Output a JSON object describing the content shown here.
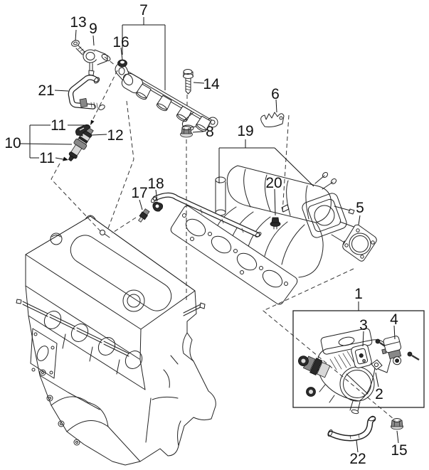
{
  "page": {
    "background": "#ffffff",
    "ink": "#111111",
    "dash_color": "#333333"
  },
  "diagram": {
    "type": "exploded-parts-diagram",
    "callouts": [
      {
        "label": "7"
      },
      {
        "label": "13"
      },
      {
        "label": "9"
      },
      {
        "label": "16"
      },
      {
        "label": "21"
      },
      {
        "label": "14"
      },
      {
        "label": "6"
      },
      {
        "label": "8"
      },
      {
        "label": "19"
      },
      {
        "label": "11"
      },
      {
        "label": "12"
      },
      {
        "label": "10"
      },
      {
        "label": "11"
      },
      {
        "label": "17"
      },
      {
        "label": "18"
      },
      {
        "label": "20"
      },
      {
        "label": "5"
      },
      {
        "label": "1"
      },
      {
        "label": "3"
      },
      {
        "label": "4"
      },
      {
        "label": "2"
      },
      {
        "label": "15"
      },
      {
        "label": "22"
      }
    ]
  }
}
